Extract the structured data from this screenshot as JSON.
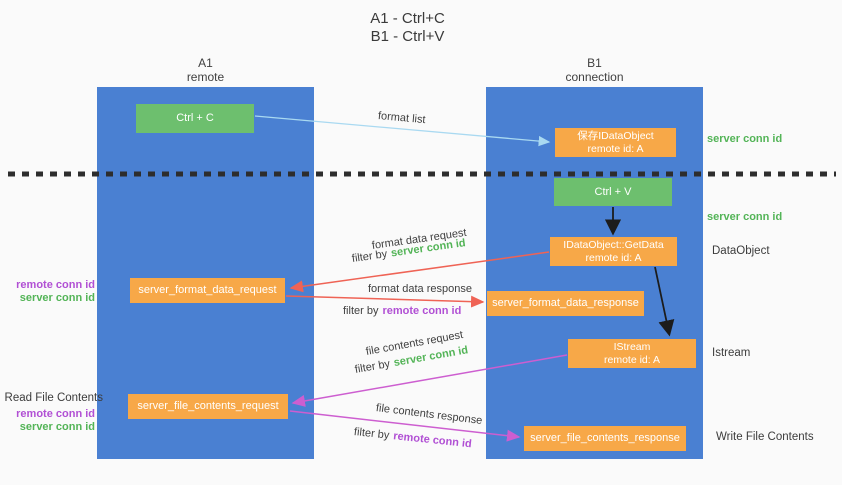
{
  "title": {
    "line1": "A1 - Ctrl+C",
    "line2": "B1 - Ctrl+V"
  },
  "columns": {
    "a1": {
      "id": "A1",
      "role": "remote"
    },
    "b1": {
      "id": "B1",
      "role": "connection"
    }
  },
  "nodes": {
    "ctrl_c": {
      "label": "Ctrl + C"
    },
    "ctrl_v": {
      "label": "Ctrl + V"
    },
    "save_dataobject": {
      "line1": "保存IDataObject",
      "line2": "remote id: A"
    },
    "getdata": {
      "line1": "IDataObject::GetData",
      "line2": "remote id: A"
    },
    "istream": {
      "line1": "IStream",
      "line2": "remote id: A"
    },
    "format_request": {
      "label": "server_format_data_request"
    },
    "format_response": {
      "label": "server_format_data_response"
    },
    "file_request": {
      "label": "server_file_contents_request"
    },
    "file_response": {
      "label": "server_file_contents_response"
    }
  },
  "edge_labels": {
    "format_list": "format list",
    "format_data_request": "format data request",
    "format_data_response": "format data response",
    "file_contents_request": "file contents request",
    "file_contents_response": "file contents response",
    "filter_by": "filter by",
    "server_conn_id": "server conn id",
    "remote_conn_id": "remote conn id"
  },
  "annotations": {
    "server_conn_id_top": "server conn id",
    "server_conn_id_mid": "server conn id",
    "dataobject": "DataObject",
    "istream": "Istream",
    "write_file_contents": "Write File Contents",
    "read_file_contents": "Read File Contents",
    "remote_conn_id_left1": "remote conn id",
    "server_conn_id_left1": "server conn id",
    "remote_conn_id_left2": "remote conn id",
    "server_conn_id_left2": "server conn id"
  },
  "colors": {
    "column_blue": "#4a80d2",
    "box_green": "#6dbf6e",
    "box_orange": "#f7a848",
    "text_green": "#53b457",
    "text_purple": "#b150d4",
    "arrow_red": "#ef6355",
    "arrow_magenta": "#cd5ed0",
    "arrow_lightblue": "#a9d9f1",
    "arrow_black": "#1c1c1c",
    "divider_dark": "#2d2d2d"
  }
}
